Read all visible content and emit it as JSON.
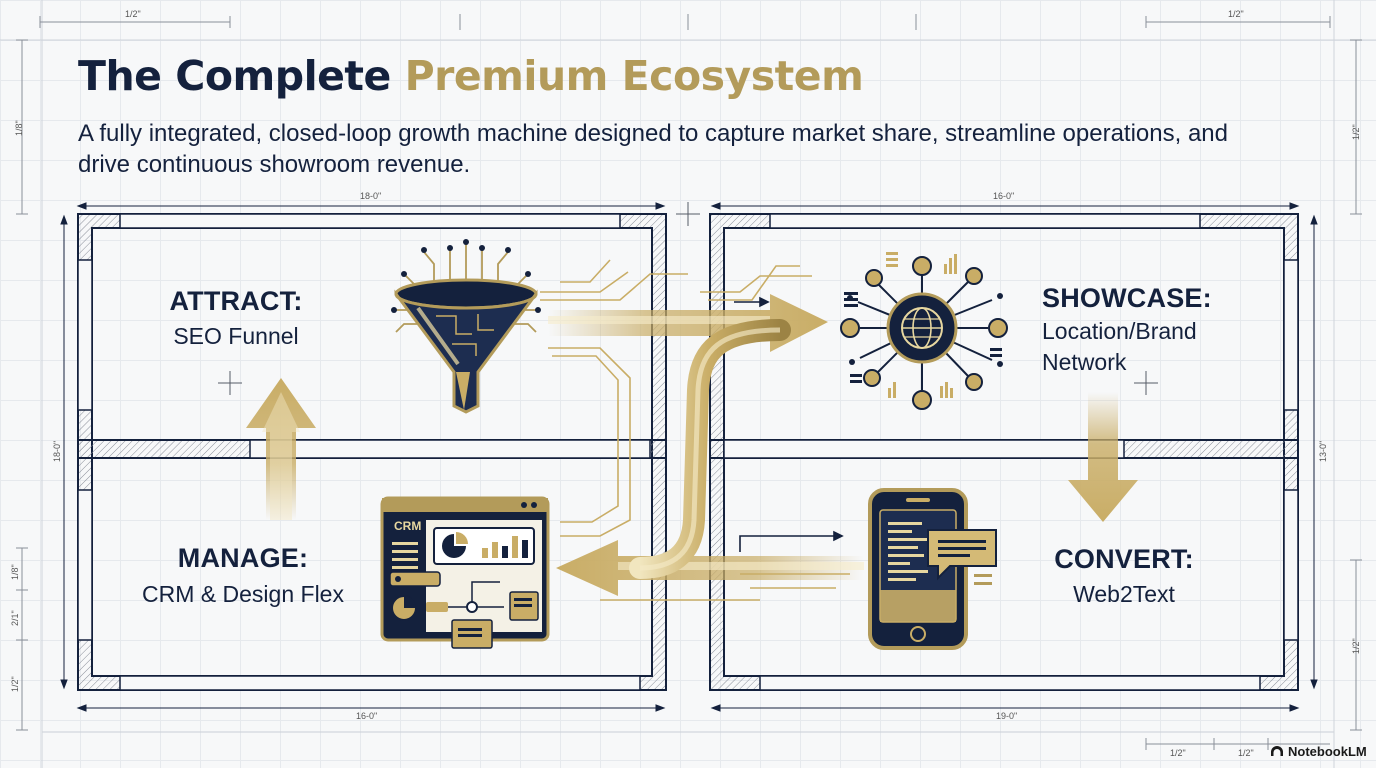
{
  "header": {
    "title_main": "The Complete ",
    "title_accent": "Premium Ecosystem",
    "subtitle": "A fully integrated, closed-loop growth machine designed to capture market share, streamline operations, and drive continuous showroom revenue."
  },
  "quadrants": {
    "attract": {
      "heading": "ATTRACT:",
      "label": "SEO Funnel"
    },
    "showcase": {
      "heading": "SHOWCASE:",
      "label1": "Location/Brand",
      "label2": "Network"
    },
    "manage": {
      "heading": "MANAGE:",
      "label": "CRM & Design Flex"
    },
    "convert": {
      "heading": "CONVERT:",
      "label": "Web2Text"
    }
  },
  "icons": {
    "attract": "funnel-icon",
    "showcase": "network-globe-icon",
    "manage": "crm-dashboard-icon",
    "convert": "smartphone-chat-icon"
  },
  "crm_badge": "CRM",
  "dimensions": {
    "top_left": "1/2\"",
    "top_right": "1/2\"",
    "room_top_left": "18-0\"",
    "room_top_right": "16-0\"",
    "room_bottom_left": "16-0\"",
    "room_bottom_right": "19-0\"",
    "side_left": "18-0\"",
    "side_right": "13-0\"",
    "left_edge_1": "1/8\"",
    "left_edge_2": "1/8\"",
    "left_edge_3": "2/1\"",
    "left_edge_4": "1/2\"",
    "right_edge_1": "1/2\"",
    "right_edge_2": "1/2\"",
    "bottom_right_1": "1/2\"",
    "bottom_right_2": "1/2\""
  },
  "brand": "NotebookLM",
  "colors": {
    "navy": "#14213d",
    "gold": "#b39b5a",
    "gold_light": "#e7d7a0",
    "background": "#f7f8f9"
  }
}
